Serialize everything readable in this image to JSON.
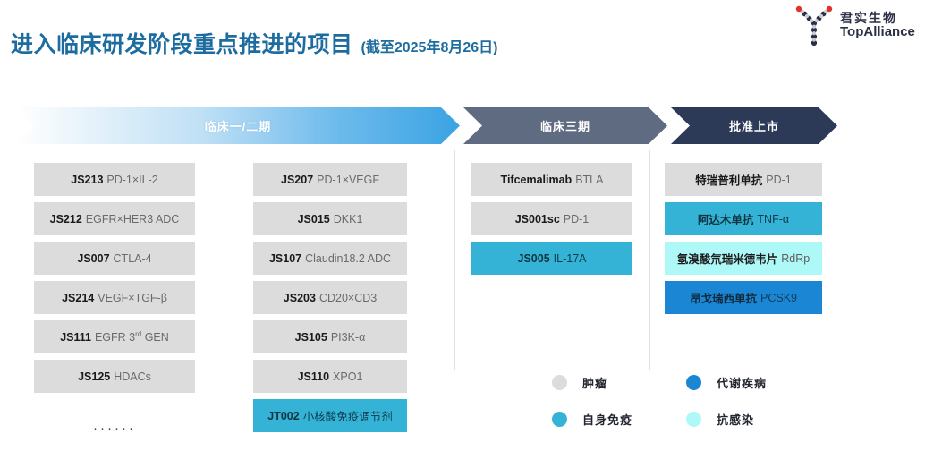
{
  "header": {
    "title_main": "进入临床研发阶段重点推进的项目",
    "title_sub": "(截至2025年8月26日)",
    "title_color": "#1d6ca0",
    "logo": {
      "icon": "antibody-y-shape-icon",
      "name_cn": "君实生物",
      "name_en": "TopAlliance"
    }
  },
  "phases": [
    {
      "label": "临床一/二期",
      "color": "#3aa3e3"
    },
    {
      "label": "临床三期",
      "color": "#5e6b80"
    },
    {
      "label": "批准上市",
      "color": "#2c3a58"
    }
  ],
  "legend": [
    {
      "label": "肿瘤",
      "category": "tumor",
      "color": "#dcdcdc"
    },
    {
      "label": "代谢疾病",
      "category": "metabolic",
      "color": "#1b87d4"
    },
    {
      "label": "自身免疫",
      "category": "autoimmune",
      "color": "#34b3d7"
    },
    {
      "label": "抗感染",
      "category": "infection",
      "color": "#aff8f8"
    }
  ],
  "columns": [
    {
      "phase": "临床一/二期",
      "items": [
        {
          "code": "JS213",
          "target": "PD-1×IL-2",
          "category": "tumor"
        },
        {
          "code": "JS212",
          "target": "EGFR×HER3 ADC",
          "category": "tumor"
        },
        {
          "code": "JS007",
          "target": "CTLA-4",
          "category": "tumor"
        },
        {
          "code": "JS214",
          "target": "VEGF×TGF-β",
          "category": "tumor"
        },
        {
          "code": "JS111",
          "target": "EGFR 3rd GEN",
          "target_pre": "EGFR 3",
          "target_sup": "rd",
          "target_post": " GEN",
          "category": "tumor"
        },
        {
          "code": "JS125",
          "target": "HDACs",
          "category": "tumor"
        }
      ],
      "ellipsis": "······"
    },
    {
      "phase": "临床一/二期",
      "items": [
        {
          "code": "JS207",
          "target": "PD-1×VEGF",
          "category": "tumor"
        },
        {
          "code": "JS015",
          "target": "DKK1",
          "category": "tumor"
        },
        {
          "code": "JS107",
          "target": "Claudin18.2 ADC",
          "category": "tumor"
        },
        {
          "code": "JS203",
          "target": "CD20×CD3",
          "category": "tumor"
        },
        {
          "code": "JS105",
          "target": "PI3K-α",
          "category": "tumor"
        },
        {
          "code": "JS110",
          "target": "XPO1",
          "category": "tumor"
        },
        {
          "code": "JT002",
          "target": "小核酸免疫调节剂",
          "category": "autoimmune"
        }
      ]
    },
    {
      "phase": "临床三期",
      "items": [
        {
          "code": "Tifcemalimab",
          "target": "BTLA",
          "category": "tumor"
        },
        {
          "code": "JS001sc",
          "target": "PD-1",
          "category": "tumor"
        },
        {
          "code": "JS005",
          "target": "IL-17A",
          "category": "autoimmune"
        }
      ]
    },
    {
      "phase": "批准上市",
      "items": [
        {
          "code": "特瑞普利单抗",
          "target": "PD-1",
          "category": "tumor"
        },
        {
          "code": "阿达木单抗",
          "target": "TNF-α",
          "category": "autoimmune"
        },
        {
          "code": "氢溴酸氘瑞米德韦片",
          "target": "RdRp",
          "category": "infection"
        },
        {
          "code": "昂戈瑞西单抗",
          "target": "PCSK9",
          "category": "metabolic"
        }
      ]
    }
  ]
}
